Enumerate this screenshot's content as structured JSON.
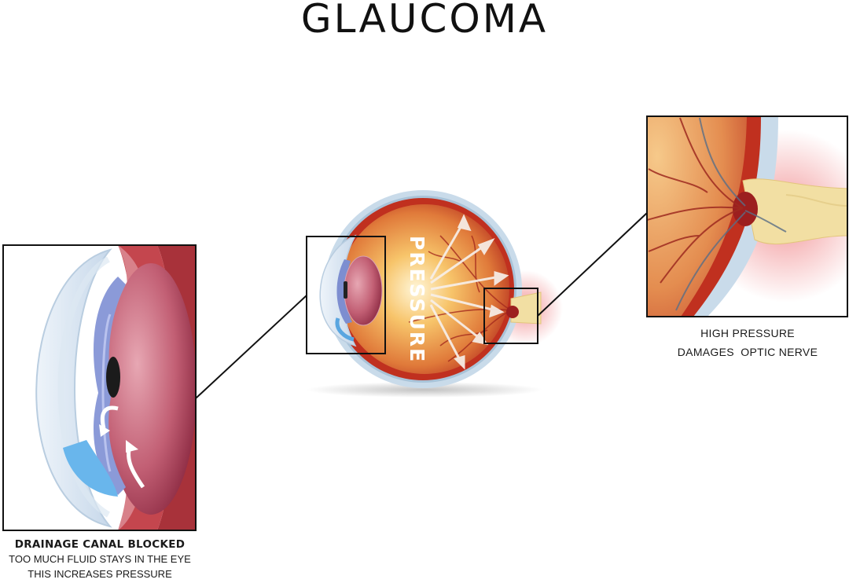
{
  "title": "GLAUCOMA",
  "center_eye": {
    "pressure_label": "PRESSURE"
  },
  "left_panel": {
    "caption_title": "DRAINAGE CANAL BLOCKED",
    "caption_line1": "TOO MUCH FLUID STAYS IN THE EYE",
    "caption_line2": "THIS INCREASES PRESSURE"
  },
  "right_panel": {
    "caption_line1": "HIGH PRESSURE",
    "caption_line2": "DAMAGES  OPTIC NERVE"
  },
  "colors": {
    "sclera": "#c9dbea",
    "choroid": "#c0301f",
    "retina": "#e6974a",
    "optic_nerve": "#f2dfa3",
    "iris": "#7d8ed0",
    "lens": "#b3485e",
    "arrows": "#ffffff"
  }
}
